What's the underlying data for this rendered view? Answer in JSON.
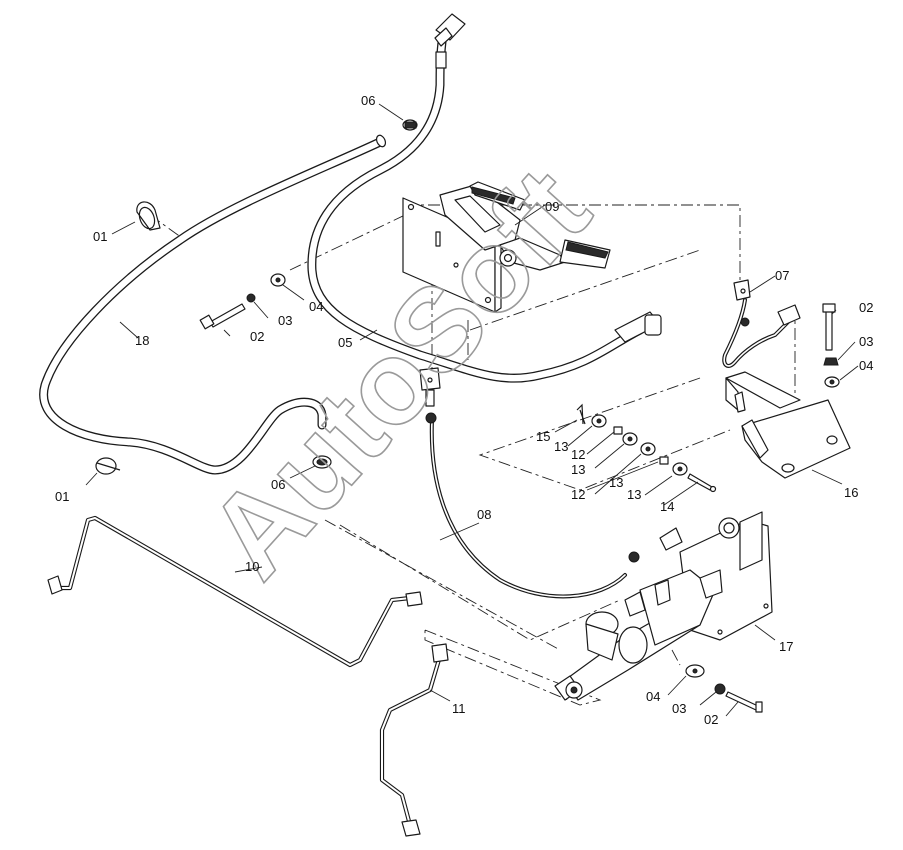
{
  "watermark": "AutoSoft",
  "callouts": [
    {
      "id": "c01a",
      "text": "01"
    },
    {
      "id": "c01b",
      "text": "01"
    },
    {
      "id": "c02a",
      "text": "02"
    },
    {
      "id": "c02b",
      "text": "02"
    },
    {
      "id": "c02c",
      "text": "02"
    },
    {
      "id": "c03a",
      "text": "03"
    },
    {
      "id": "c03b",
      "text": "03"
    },
    {
      "id": "c03c",
      "text": "03"
    },
    {
      "id": "c04a",
      "text": "04"
    },
    {
      "id": "c04b",
      "text": "04"
    },
    {
      "id": "c04c",
      "text": "04"
    },
    {
      "id": "c05",
      "text": "05"
    },
    {
      "id": "c06a",
      "text": "06"
    },
    {
      "id": "c06b",
      "text": "06"
    },
    {
      "id": "c07",
      "text": "07"
    },
    {
      "id": "c08",
      "text": "08"
    },
    {
      "id": "c09",
      "text": "09"
    },
    {
      "id": "c10",
      "text": "10"
    },
    {
      "id": "c11",
      "text": "11"
    },
    {
      "id": "c12a",
      "text": "12"
    },
    {
      "id": "c12b",
      "text": "12"
    },
    {
      "id": "c13a",
      "text": "13"
    },
    {
      "id": "c13b",
      "text": "13"
    },
    {
      "id": "c13c",
      "text": "13"
    },
    {
      "id": "c13d",
      "text": "13"
    },
    {
      "id": "c14",
      "text": "14"
    },
    {
      "id": "c15",
      "text": "15"
    },
    {
      "id": "c16",
      "text": "16"
    },
    {
      "id": "c17",
      "text": "17"
    },
    {
      "id": "c18",
      "text": "18"
    }
  ]
}
